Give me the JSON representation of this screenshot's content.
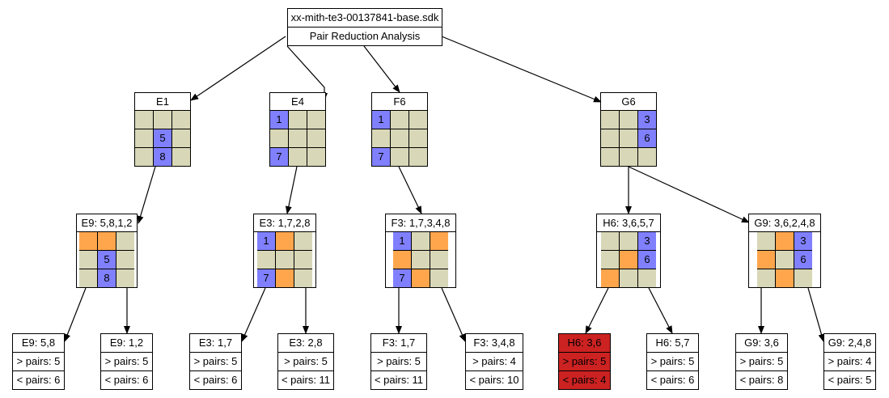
{
  "root": {
    "filename": "xx-mith-te3-00137841-base.sdk",
    "analysis": "Pair Reduction Analysis"
  },
  "grids": {
    "E1": {
      "label": "E1",
      "cells": [
        [
          "",
          "",
          ""
        ],
        [
          "",
          "5",
          ""
        ],
        [
          "",
          "8",
          ""
        ]
      ],
      "colors": [
        [
          "n",
          "n",
          "n"
        ],
        [
          "n",
          "b",
          "n"
        ],
        [
          "n",
          "b",
          "n"
        ]
      ]
    },
    "E4": {
      "label": "E4",
      "cells": [
        [
          "1",
          "",
          ""
        ],
        [
          "",
          "",
          ""
        ],
        [
          "7",
          "",
          ""
        ]
      ],
      "colors": [
        [
          "b",
          "n",
          "n"
        ],
        [
          "n",
          "n",
          "n"
        ],
        [
          "b",
          "n",
          "n"
        ]
      ]
    },
    "F6": {
      "label": "F6",
      "cells": [
        [
          "1",
          "",
          ""
        ],
        [
          "",
          "",
          ""
        ],
        [
          "7",
          "",
          ""
        ]
      ],
      "colors": [
        [
          "b",
          "n",
          "n"
        ],
        [
          "n",
          "n",
          "n"
        ],
        [
          "b",
          "n",
          "n"
        ]
      ]
    },
    "G6": {
      "label": "G6",
      "cells": [
        [
          "",
          "",
          "3"
        ],
        [
          "",
          "",
          "6"
        ],
        [
          "",
          "",
          ""
        ]
      ],
      "colors": [
        [
          "n",
          "n",
          "b"
        ],
        [
          "n",
          "n",
          "b"
        ],
        [
          "n",
          "n",
          "n"
        ]
      ]
    },
    "E9": {
      "label": "E9: 5,8,1,2",
      "cells": [
        [
          "",
          "",
          ""
        ],
        [
          "",
          "5",
          ""
        ],
        [
          "",
          "8",
          ""
        ]
      ],
      "colors": [
        [
          "o",
          "o",
          "n"
        ],
        [
          "n",
          "b",
          "n"
        ],
        [
          "n",
          "b",
          "n"
        ]
      ]
    },
    "E3": {
      "label": "E3: 1,7,2,8",
      "cells": [
        [
          "1",
          "",
          ""
        ],
        [
          "",
          "",
          ""
        ],
        [
          "7",
          "",
          ""
        ]
      ],
      "colors": [
        [
          "b",
          "o",
          "n"
        ],
        [
          "n",
          "n",
          "n"
        ],
        [
          "b",
          "o",
          "n"
        ]
      ]
    },
    "F3": {
      "label": "F3: 1,7,3,4,8",
      "cells": [
        [
          "1",
          "",
          ""
        ],
        [
          "",
          "",
          ""
        ],
        [
          "7",
          "",
          ""
        ]
      ],
      "colors": [
        [
          "b",
          "n",
          "o"
        ],
        [
          "o",
          "n",
          "n"
        ],
        [
          "b",
          "o",
          "n"
        ]
      ]
    },
    "H6": {
      "label": "H6: 3,6,5,7",
      "cells": [
        [
          "",
          "",
          "3"
        ],
        [
          "",
          "",
          "6"
        ],
        [
          "",
          "",
          ""
        ]
      ],
      "colors": [
        [
          "n",
          "n",
          "b"
        ],
        [
          "n",
          "o",
          "b"
        ],
        [
          "o",
          "n",
          "n"
        ]
      ]
    },
    "G9": {
      "label": "G9: 3,6,2,4,8",
      "cells": [
        [
          "",
          "",
          "3"
        ],
        [
          "",
          "",
          "6"
        ],
        [
          "",
          "",
          ""
        ]
      ],
      "colors": [
        [
          "n",
          "o",
          "b"
        ],
        [
          "o",
          "n",
          "b"
        ],
        [
          "n",
          "o",
          "n"
        ]
      ]
    }
  },
  "leaves": {
    "e9a": {
      "title": "E9: 5,8",
      "gt": "> pairs: 5",
      "lt": "< pairs: 6"
    },
    "e9b": {
      "title": "E9: 1,2",
      "gt": "> pairs: 5",
      "lt": "< pairs: 6"
    },
    "e3a": {
      "title": "E3: 1,7",
      "gt": "> pairs: 5",
      "lt": "< pairs: 6"
    },
    "e3b": {
      "title": "E3: 2,8",
      "gt": "> pairs: 5",
      "lt": "< pairs: 11"
    },
    "f3a": {
      "title": "F3: 1,7",
      "gt": "> pairs: 5",
      "lt": "< pairs: 11"
    },
    "f3b": {
      "title": "F3: 3,4,8",
      "gt": "> pairs: 4",
      "lt": "< pairs: 10"
    },
    "h6a": {
      "title": "H6: 3,6",
      "gt": "> pairs: 5",
      "lt": "< pairs: 4"
    },
    "h6b": {
      "title": "H6: 5,7",
      "gt": "> pairs: 5",
      "lt": "< pairs: 6"
    },
    "g9a": {
      "title": "G9: 3,6",
      "gt": "> pairs: 5",
      "lt": "< pairs: 8"
    },
    "g9b": {
      "title": "G9: 2,4,8",
      "gt": "> pairs: 4",
      "lt": "< pairs: 5"
    }
  },
  "colors": {
    "blue": "#8080ff",
    "orange": "#ffa64d",
    "neutral": "#d8d8b8",
    "highlight": "#cc2222"
  }
}
